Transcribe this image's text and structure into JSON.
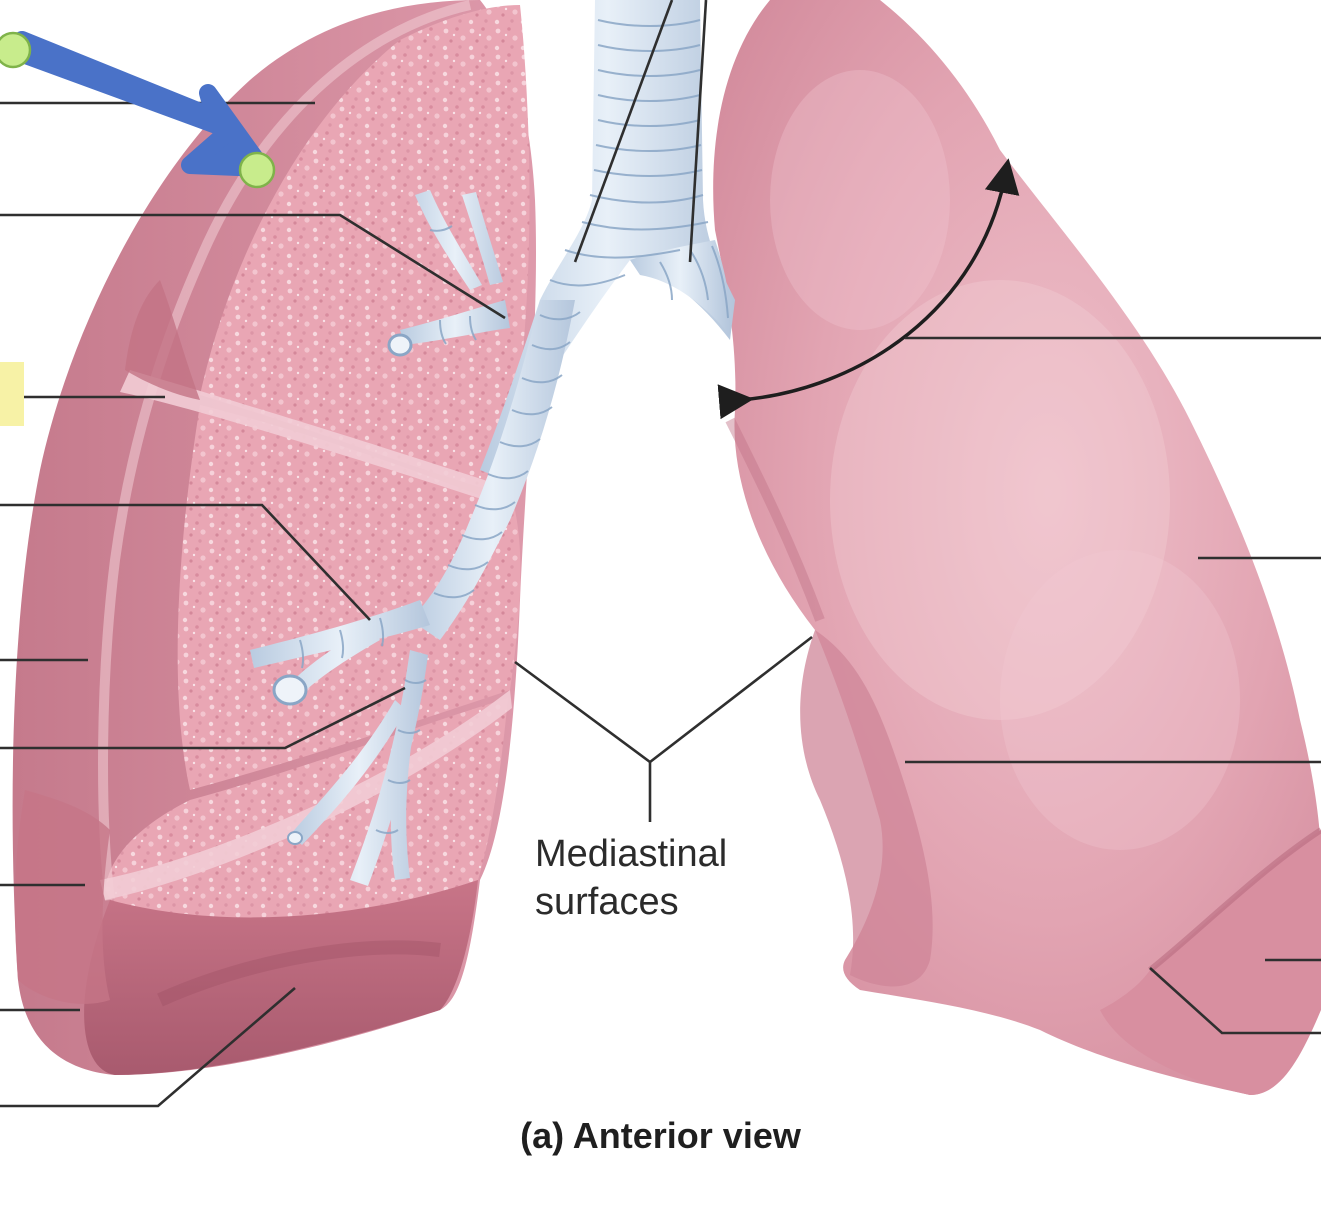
{
  "caption": "(a) Anterior view",
  "annotation": {
    "mediastinal_line1": "Mediastinal",
    "mediastinal_line2": "surfaces"
  },
  "colors": {
    "lung_dark": "#c77d8f",
    "lung_light": "#e8aebb",
    "lung_cut": "#e8a4b2",
    "airway": "#d9e4f1",
    "airway_ring": "#8aa6c6",
    "arrow_pointer": "#4a72c8",
    "handle": "#c8ec8c",
    "highlight": "#f7f2a6",
    "leader": "#2f2f2f"
  },
  "icons": {
    "pointer": "blue-arrow-icon",
    "handles": "green-circle-handle-icon",
    "highlight": "yellow-highlight-icon"
  }
}
